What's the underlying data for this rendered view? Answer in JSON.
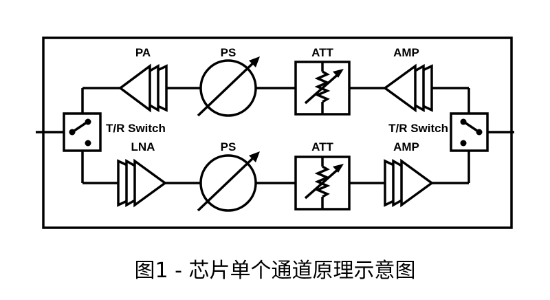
{
  "diagram": {
    "upper_path": {
      "pa_label": "PA",
      "ps_label": "PS",
      "att_label": "ATT",
      "amp_label": "AMP"
    },
    "lower_path": {
      "lna_label": "LNA",
      "ps_label": "PS",
      "att_label": "ATT",
      "amp_label": "AMP"
    },
    "left_switch_label": "T/R Switch",
    "right_switch_label": "T/R Switch"
  },
  "caption": "图1 - 芯片单个通道原理示意图"
}
